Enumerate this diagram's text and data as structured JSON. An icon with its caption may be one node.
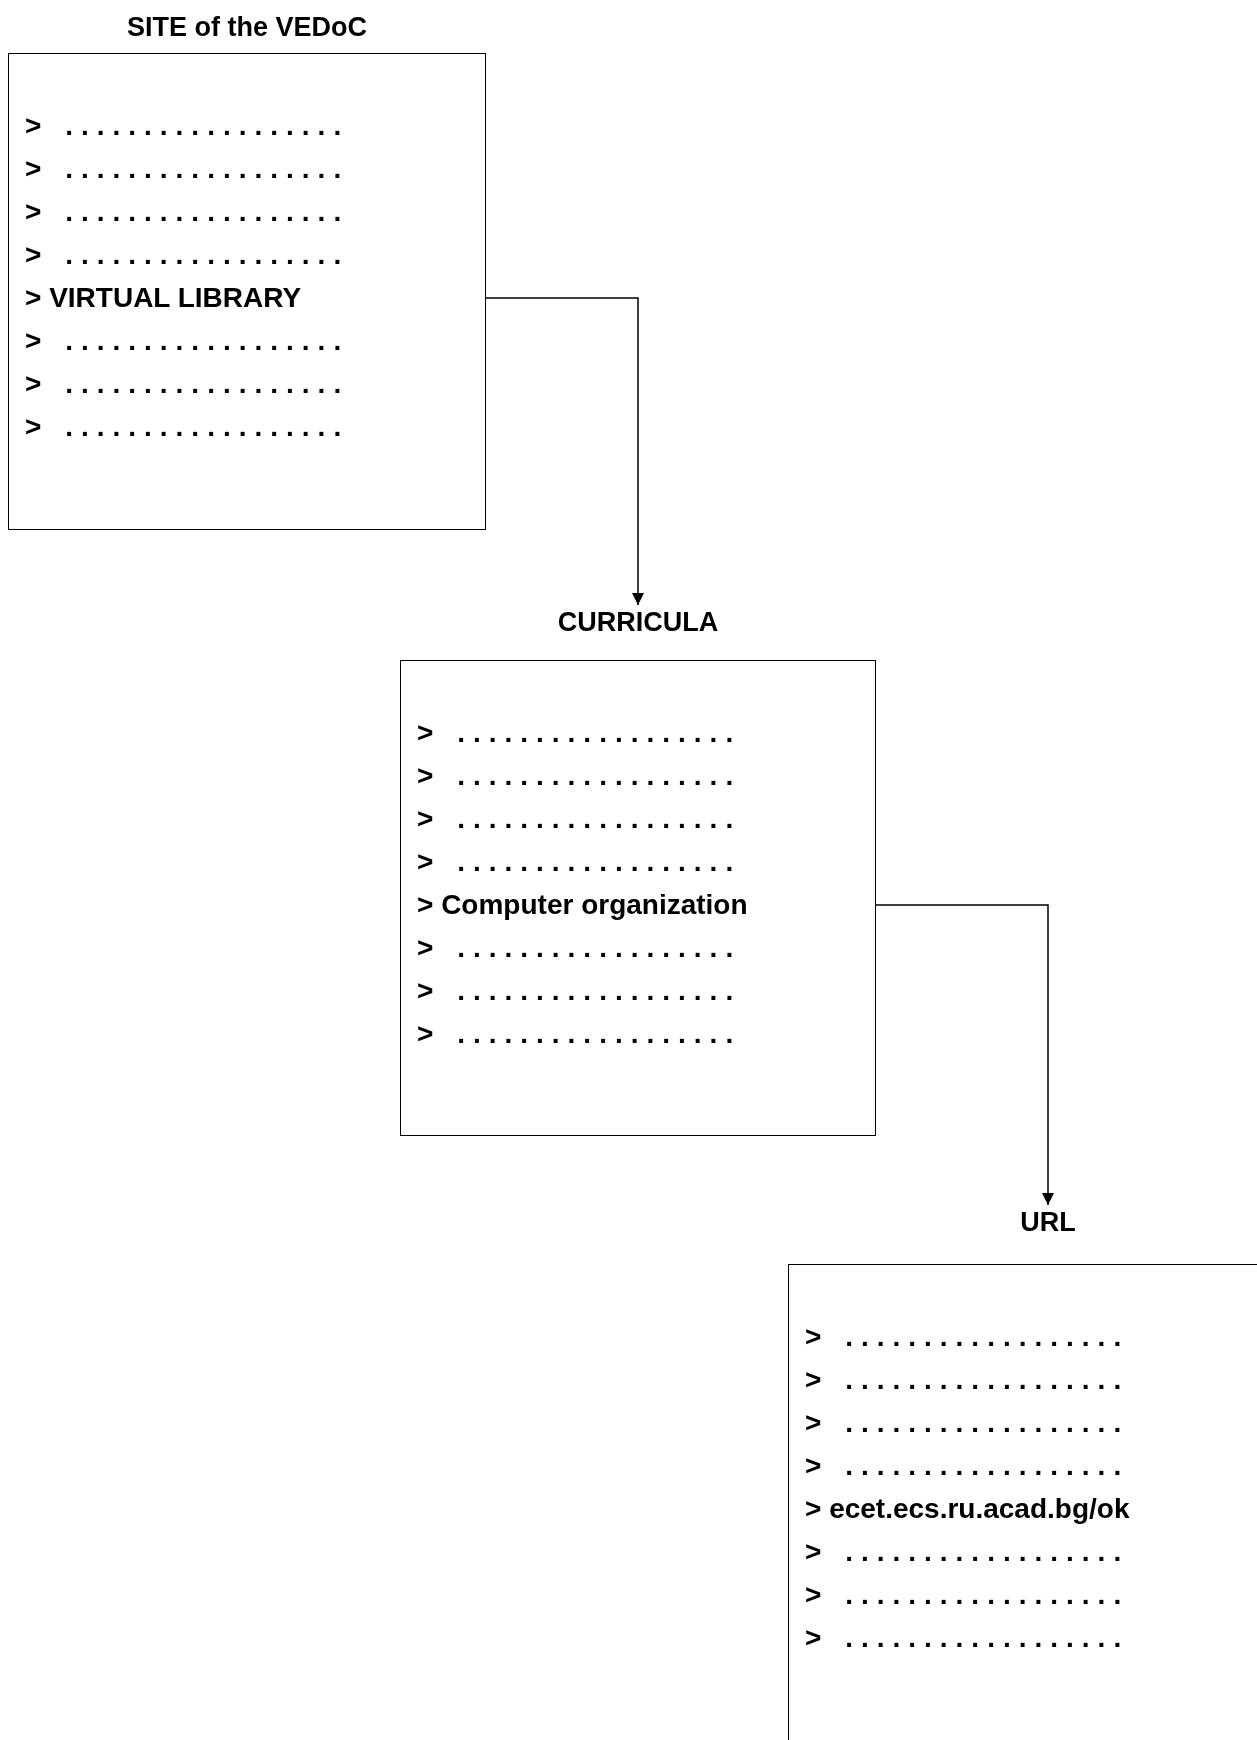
{
  "diagram": {
    "nodes": [
      {
        "text": [
          "SITE of the VEDoC"
        ]
      },
      {
        "text": [
          "> .................."
        ],
        "in": 0
      },
      {
        "text": [
          "> .................."
        ],
        "in": 0
      },
      {
        "text": [
          "> .................."
        ],
        "in": 0
      },
      {
        "text": [
          "> .................."
        ],
        "in": 0
      },
      {
        "text": [
          "> VIRTUAL LIBRARY"
        ],
        "in": 0
      },
      {
        "text": [
          "> .................."
        ],
        "in": 0
      },
      {
        "text": [
          "> .................."
        ],
        "in": 0
      },
      {
        "text": [
          "> .................."
        ],
        "in": 0
      },
      {
        "text": [
          "CURRICULA"
        ]
      },
      {
        "text": [
          "> .................."
        ],
        "in": 9
      },
      {
        "text": [
          "> .................."
        ],
        "in": 9
      },
      {
        "text": [
          "> .................."
        ],
        "in": 9
      },
      {
        "text": [
          "> .................."
        ],
        "in": 9
      },
      {
        "text": [
          "> Computer organization"
        ],
        "in": 9
      },
      {
        "text": [
          "> .................."
        ],
        "in": 9
      },
      {
        "text": [
          "> .................."
        ],
        "in": 9
      },
      {
        "text": [
          "> .................."
        ],
        "in": 9
      },
      {
        "text": [
          "URL"
        ]
      },
      {
        "text": [
          "> .................."
        ],
        "in": 18
      },
      {
        "text": [
          "> .................."
        ],
        "in": 18
      },
      {
        "text": [
          "> .................."
        ],
        "in": 18
      },
      {
        "text": [
          "> .................."
        ],
        "in": 18
      },
      {
        "text": [
          "> ecet.ecs.ru.acad.bg/ok"
        ],
        "in": 18
      },
      {
        "text": [
          "> .................."
        ],
        "in": 18
      },
      {
        "text": [
          "> .................."
        ],
        "in": 18
      },
      {
        "text": [
          "> .................."
        ],
        "in": 18
      }
    ],
    "edges": [
      {
        "from": 5,
        "to": 9,
        "arrow": "to"
      },
      {
        "from": 14,
        "to": 18,
        "arrow": "to"
      }
    ]
  }
}
